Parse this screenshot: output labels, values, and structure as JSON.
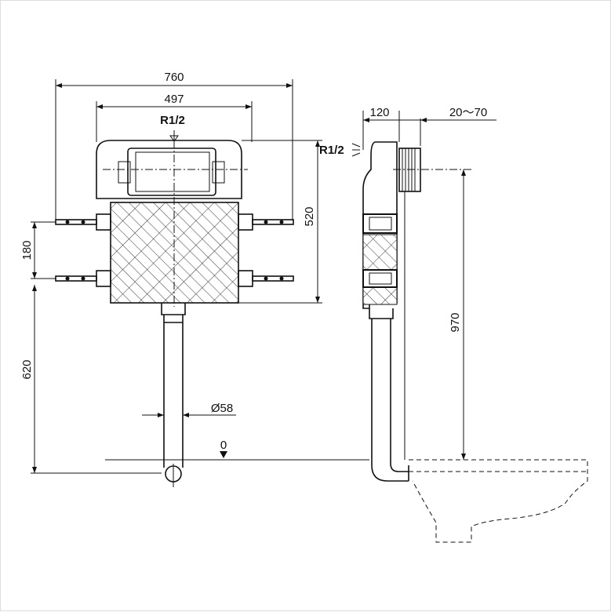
{
  "dimensions": {
    "overall_width": "760",
    "frame_width": "497",
    "inlet_front": "R1/2",
    "inlet_side": "R1/2",
    "depth": "120",
    "wall_range": "20～70",
    "height_tank": "520",
    "bracket_spacing": "180",
    "floor_to_bracket": "620",
    "floor_to_flush": "970",
    "pipe_diameter": "Ø58",
    "zero_level": "0"
  }
}
